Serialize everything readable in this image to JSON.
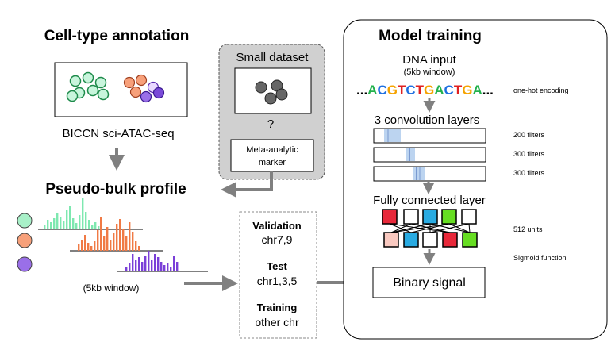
{
  "annotation": {
    "title": "Cell-type annotation",
    "dataset_label": "BICCN sci-ATAC-seq"
  },
  "small_dataset": {
    "title": "Small dataset",
    "question_mark": "?",
    "meta_line1": "Meta-analytic",
    "meta_line2": "marker"
  },
  "pseudobulk": {
    "title": "Pseudo-bulk profile",
    "window_label": "(5kb window)",
    "colors": [
      "#7ee8b0",
      "#f07a45",
      "#7a3fd8"
    ]
  },
  "split": {
    "validation_label": "Validation",
    "validation_value": "chr7,9",
    "test_label": "Test",
    "test_value": "chr1,3,5",
    "training_label": "Training",
    "training_value": "other chr"
  },
  "model": {
    "title": "Model training",
    "dna_input": "DNA input",
    "dna_window": "(5kb window)",
    "sequence": {
      "lead": "...",
      "bases": [
        "A",
        "C",
        "G",
        "T",
        "C",
        "T",
        "G",
        "A",
        "C",
        "T",
        "G",
        "A"
      ],
      "trail": "...",
      "base_colors": {
        "A": "#22b14c",
        "C": "#1e6fe0",
        "G": "#f5a300",
        "T": "#e02020"
      }
    },
    "encoding_label": "one-hot encoding",
    "conv_title": "3 convolution layers",
    "conv_filters": [
      "200 filters",
      "300 filters",
      "300 filters"
    ],
    "fc_title": "Fully connected layer",
    "units_label": "512 units",
    "activation_label": "Sigmoid function",
    "output_label": "Binary signal",
    "unit_colors_top": [
      "#e8283a",
      "#ffffff",
      "#29abe2",
      "#66dd22",
      "#ffffff"
    ],
    "unit_colors_bottom": [
      "#f9c9c0",
      "#29abe2",
      "#ffffff",
      "#e8283a",
      "#66dd22"
    ]
  }
}
